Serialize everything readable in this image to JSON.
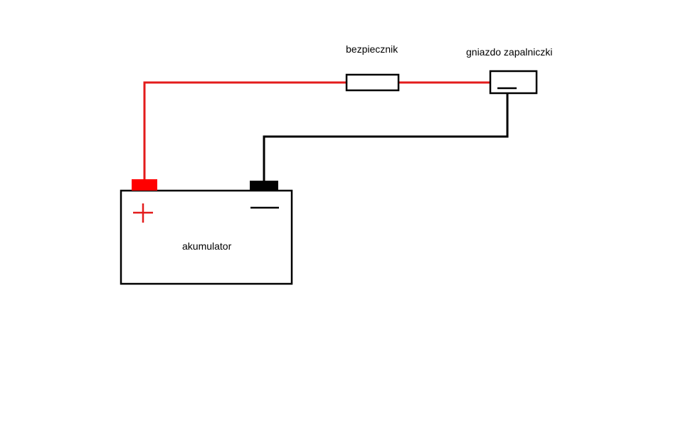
{
  "colors": {
    "positive_wire": "#e31b1b",
    "negative_wire": "#000000",
    "outline": "#000000",
    "background": "#ffffff"
  },
  "labels": {
    "fuse": "bezpiecznik",
    "socket": "gniazdo zapalniczki",
    "battery": "akumulator"
  },
  "components": [
    {
      "id": "battery",
      "type": "battery"
    },
    {
      "id": "fuse",
      "type": "fuse"
    },
    {
      "id": "socket",
      "type": "cigarette-lighter-socket"
    }
  ],
  "connections": [
    {
      "from": "battery.positive",
      "to": "fuse",
      "color": "red"
    },
    {
      "from": "fuse",
      "to": "socket",
      "color": "red"
    },
    {
      "from": "socket",
      "to": "battery.negative",
      "color": "black"
    }
  ]
}
